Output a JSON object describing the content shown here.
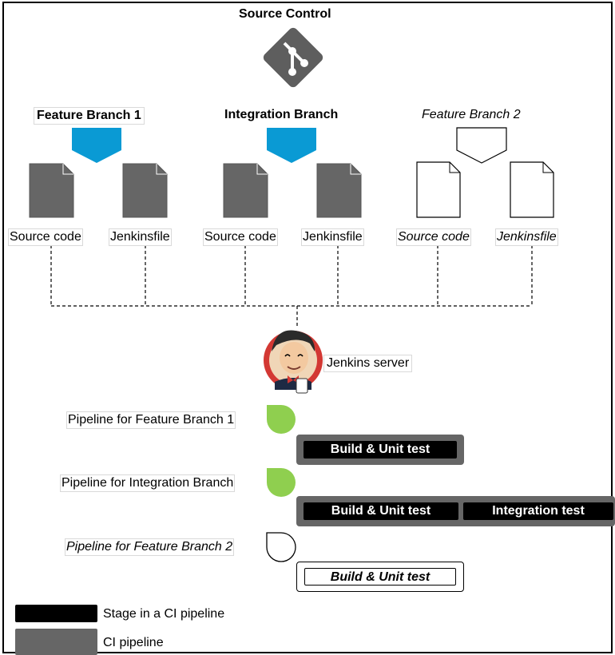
{
  "source_control": {
    "title": "Source Control"
  },
  "branches": [
    {
      "name": "Feature Branch 1",
      "style": "bold-boxed",
      "files": [
        "Source code",
        "Jenkinsfile"
      ]
    },
    {
      "name": "Integration Branch",
      "style": "bold",
      "files": [
        "Source code",
        "Jenkinsfile"
      ]
    },
    {
      "name": "Feature Branch 2",
      "style": "italic",
      "files": [
        "Source code",
        "Jenkinsfile"
      ]
    }
  ],
  "jenkins": {
    "label": "Jenkins server"
  },
  "pipelines": [
    {
      "label": "Pipeline for Feature Branch 1",
      "stages": [
        "Build & Unit test"
      ]
    },
    {
      "label": "Pipeline for Integration Branch",
      "stages": [
        "Build & Unit test",
        "Integration test"
      ]
    },
    {
      "label": "Pipeline for Feature Branch 2",
      "stages": [
        "Build & Unit test"
      ]
    }
  ],
  "legend": [
    {
      "label": "Stage in a CI pipeline",
      "color": "#000000"
    },
    {
      "label": "CI pipeline",
      "color": "#666666"
    }
  ],
  "colors": {
    "git": "#5e5e5e",
    "branch_blue": "#0a9ad4",
    "file_gray": "#666666",
    "status_green": "#8fcf4f"
  }
}
